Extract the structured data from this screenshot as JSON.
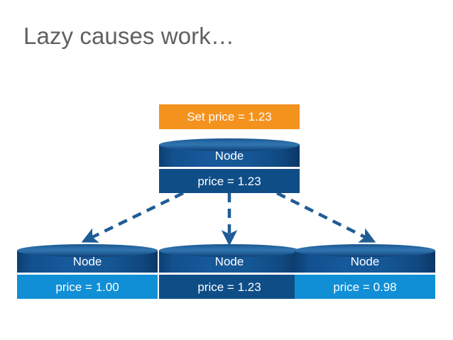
{
  "slide": {
    "title": "Lazy causes work…",
    "background_color": "#ffffff",
    "title_color": "#606060"
  },
  "colors": {
    "accent_orange": "#f4921e",
    "node_dark_blue": "#0f4d87",
    "node_light_blue": "#108fd6",
    "cylinder_blue": "#17599b",
    "arrow_blue": "#1f5c96"
  },
  "action": {
    "label": "Set price = 1.23"
  },
  "nodes": {
    "root": {
      "title": "Node",
      "value": "price = 1.23",
      "body_style": "dark"
    },
    "replicas": [
      {
        "title": "Node",
        "value": "price = 1.00",
        "body_style": "light"
      },
      {
        "title": "Node",
        "value": "price = 1.23",
        "body_style": "dark"
      },
      {
        "title": "Node",
        "value": "price = 0.98",
        "body_style": "light"
      }
    ]
  },
  "arrows": {
    "style": "dashed",
    "color": "#1f5c96",
    "count": 3,
    "description": "replication arrows from root node to three replica nodes"
  }
}
